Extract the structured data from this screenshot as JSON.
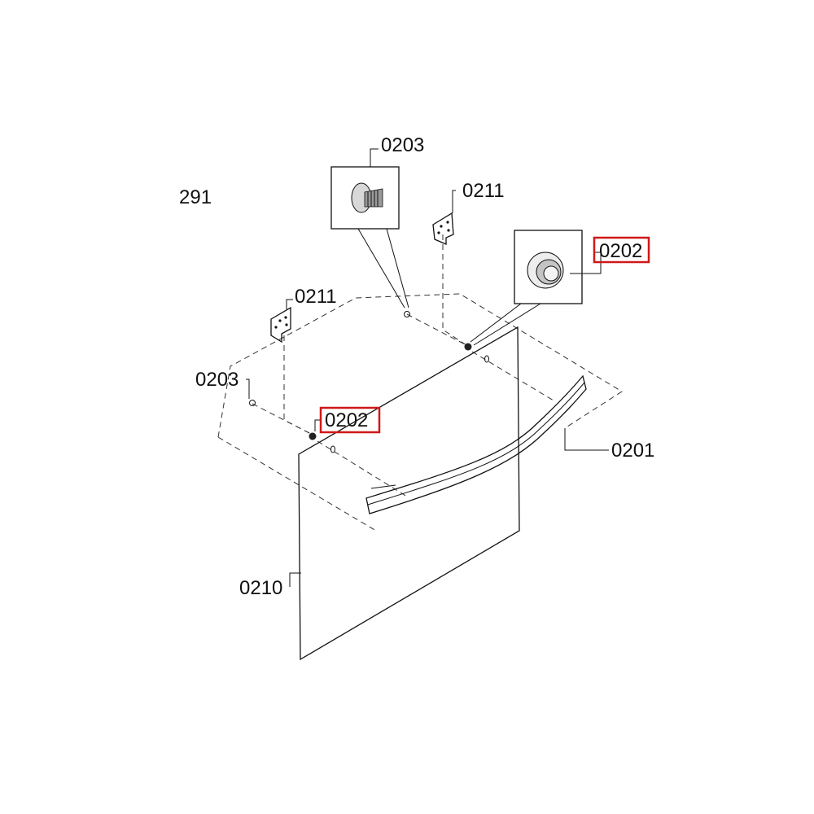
{
  "diagram": {
    "figure_number": "291",
    "labels": {
      "door_panel": "0210",
      "handle": "0201",
      "end_cap_top": "0203",
      "end_cap_left": "0203",
      "spacer_right": "0202",
      "spacer_left": "0202",
      "bracket_right": "0211",
      "bracket_left": "0211"
    },
    "highlight_color": "#d01818"
  }
}
